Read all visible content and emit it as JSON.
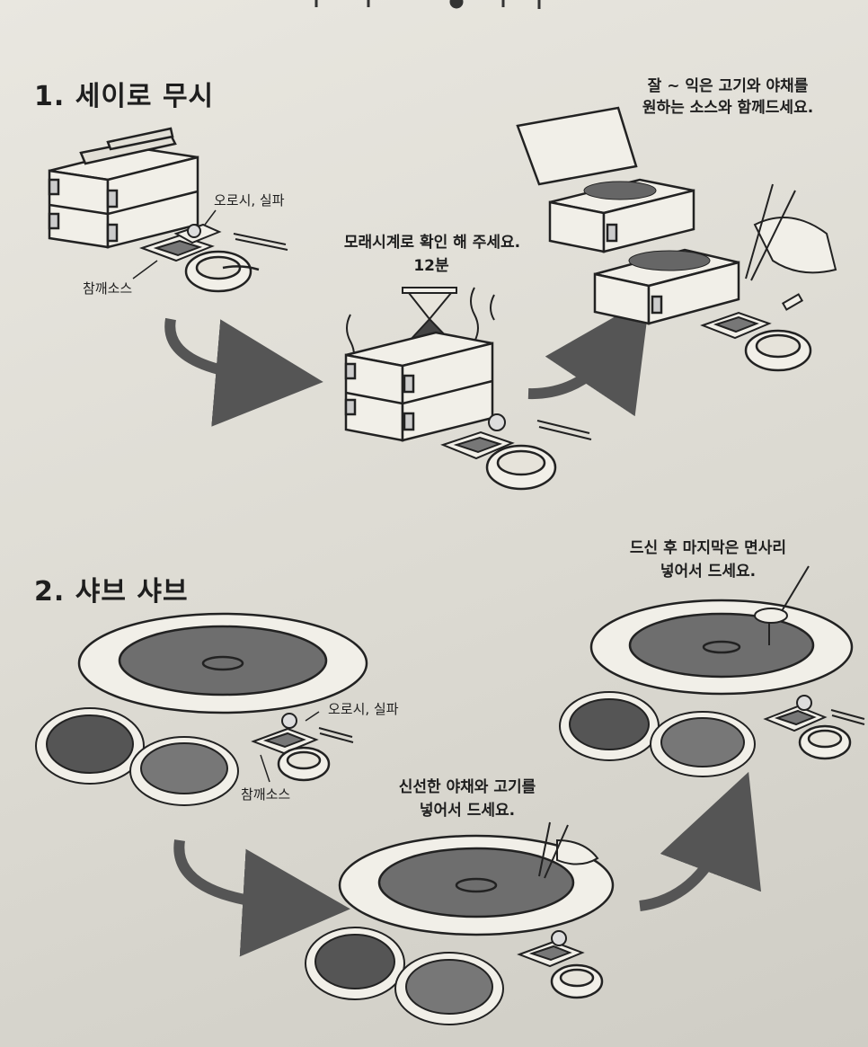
{
  "section1": {
    "heading": "1. 세이로 무시",
    "label_oroshi": "오로시, 실파",
    "label_sesame": "참깨소스",
    "caption_timer": "모래시계로 확인 해 주세요.",
    "timer_minutes": "12분",
    "caption_eat_line1": "잘 ~ 익은 고기와 야채를",
    "caption_eat_line2": "원하는 소스와 함께드세요."
  },
  "section2": {
    "heading": "2. 샤브 샤브",
    "label_oroshi": "오로시, 실파",
    "label_sesame": "참깨소스",
    "caption_add_line1": "신선한 야채와 고기를",
    "caption_add_line2": "넣어서 드세요.",
    "caption_noodle_line1": "드신 후 마지막은 면사리",
    "caption_noodle_line2": "넣어서 드세요."
  },
  "icons": [
    "steamer-box-icon",
    "hourglass-icon",
    "sauce-dish-icon",
    "bowl-icon",
    "chopsticks-icon",
    "hotpot-icon",
    "vegetable-plate-icon",
    "arrow-icon",
    "hand-icon"
  ]
}
